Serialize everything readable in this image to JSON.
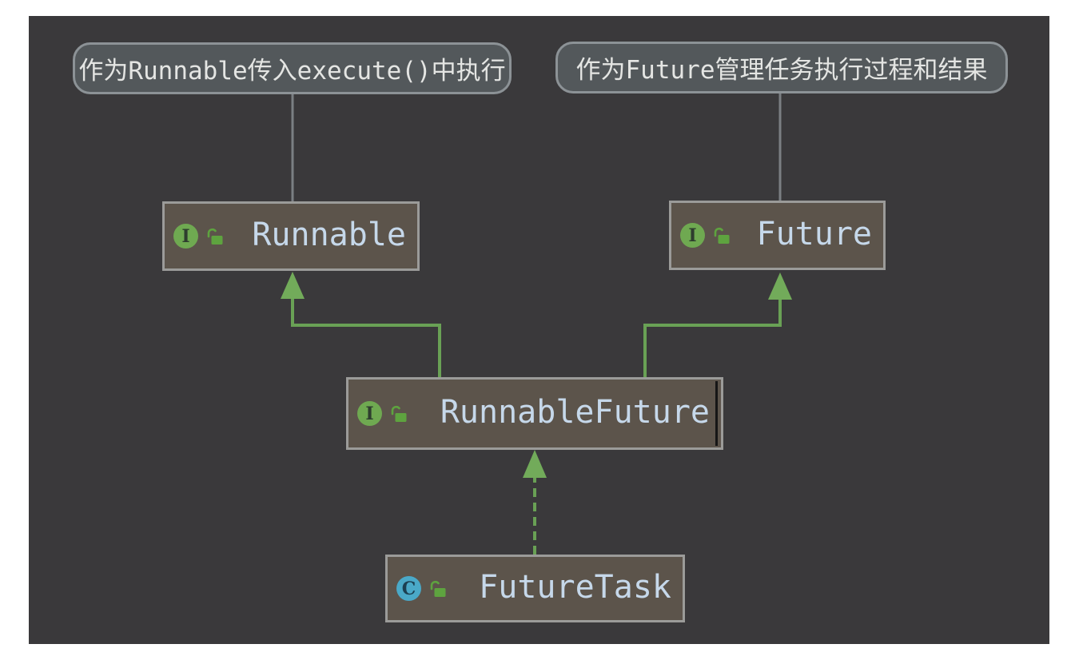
{
  "notes": [
    {
      "text": "作为Runnable传入execute()中执行",
      "target": "Runnable"
    },
    {
      "text": "作为Future管理任务执行过程和结果",
      "target": "Future"
    }
  ],
  "nodes": [
    {
      "name": "Runnable",
      "kind": "interface",
      "icon_letter": "I",
      "access": "unlocked"
    },
    {
      "name": "Future",
      "kind": "interface",
      "icon_letter": "I",
      "access": "unlocked"
    },
    {
      "name": "RunnableFuture",
      "kind": "interface",
      "icon_letter": "I",
      "access": "unlocked"
    },
    {
      "name": "FutureTask",
      "kind": "class",
      "icon_letter": "C",
      "access": "unlocked"
    }
  ],
  "edges": [
    {
      "from": "RunnableFuture",
      "to": "Runnable",
      "relation": "extends",
      "line": "solid"
    },
    {
      "from": "RunnableFuture",
      "to": "Future",
      "relation": "extends",
      "line": "solid"
    },
    {
      "from": "FutureTask",
      "to": "RunnableFuture",
      "relation": "implements",
      "line": "dashed"
    }
  ],
  "colors": {
    "page_background": "#ffffff",
    "canvas_background": "#3a393b",
    "node_fill": "#5c544b",
    "node_border": "#9b9b99",
    "node_text": "#c6d8ea",
    "note_fill": "#53585b",
    "note_border": "#8c9296",
    "note_text": "#e4e5e3",
    "arrow_green": "#69a155",
    "arrowhead_green": "#72ab5a",
    "connector_gray": "#7b7f83",
    "interface_icon": "#6fa951",
    "class_icon": "#4aa9c8",
    "lock_icon": "#5ea33f"
  }
}
